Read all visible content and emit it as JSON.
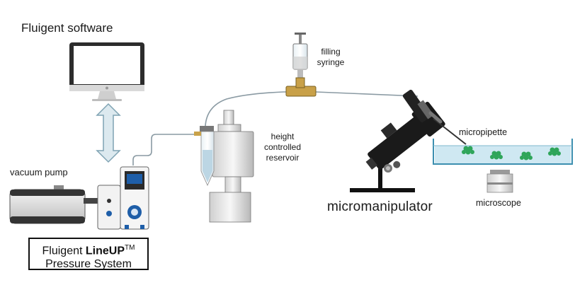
{
  "labels": {
    "software": "Fluigent software",
    "vacuum_pump": "vacuum pump",
    "lineup_prefix": "Fluigent ",
    "lineup_brand": "LineUP",
    "lineup_tm": "TM",
    "lineup_suffix": "Pressure System",
    "reservoir_line1": "height",
    "reservoir_line2": "controlled",
    "reservoir_line3": "reservoir",
    "syringe_line1": "filling",
    "syringe_line2": "syringe",
    "micromanipulator": "micromanipulator",
    "micropipette": "micropipette",
    "microscope": "microscope"
  },
  "colors": {
    "arrow_fill": "#dce9ef",
    "arrow_stroke": "#7fa3b3",
    "cell_green": "#2fa55a",
    "dish_water": "#cfe8f2",
    "dish_stroke": "#3c8fb0",
    "tubing": "#8a9aa3",
    "device_blue": "#1e5ea8"
  }
}
